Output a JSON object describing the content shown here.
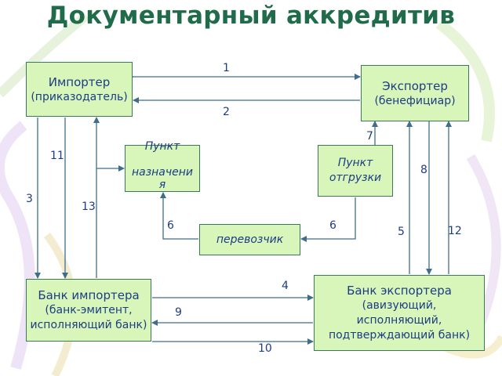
{
  "title": "Документарный аккредитив",
  "boxes": {
    "importer": {
      "line1": "Импортер",
      "line2": "(приказодатель)"
    },
    "exporter": {
      "line1": "Экспортер",
      "line2": "(бенефициар)"
    },
    "destination": {
      "line1": "Пункт",
      "line2": "назначени",
      "line3": "я"
    },
    "shipment": {
      "line1": "Пункт",
      "line2": "отгрузки"
    },
    "carrier": {
      "line1": "перевозчик"
    },
    "importer_bank": {
      "line1": "Банк импортера",
      "line2": "(банк-эмитент,",
      "line3": "исполняющий банк)"
    },
    "exporter_bank": {
      "line1": "Банк экспортера",
      "line2": "(авизующий,",
      "line3": "исполняющий,",
      "line4": "подтверждающий банк)"
    }
  },
  "steps": {
    "s1": "1",
    "s2": "2",
    "s3": "3",
    "s4": "4",
    "s5": "5",
    "s6a": "6",
    "s6b": "6",
    "s7": "7",
    "s8": "8",
    "s9": "9",
    "s10": "10",
    "s11": "11",
    "s12": "12",
    "s13": "13"
  },
  "colors": {
    "title": "#1f6b4a",
    "box_fill": "#d8f6ba",
    "text": "#1d3c84",
    "arrow": "#3f6e8c"
  }
}
